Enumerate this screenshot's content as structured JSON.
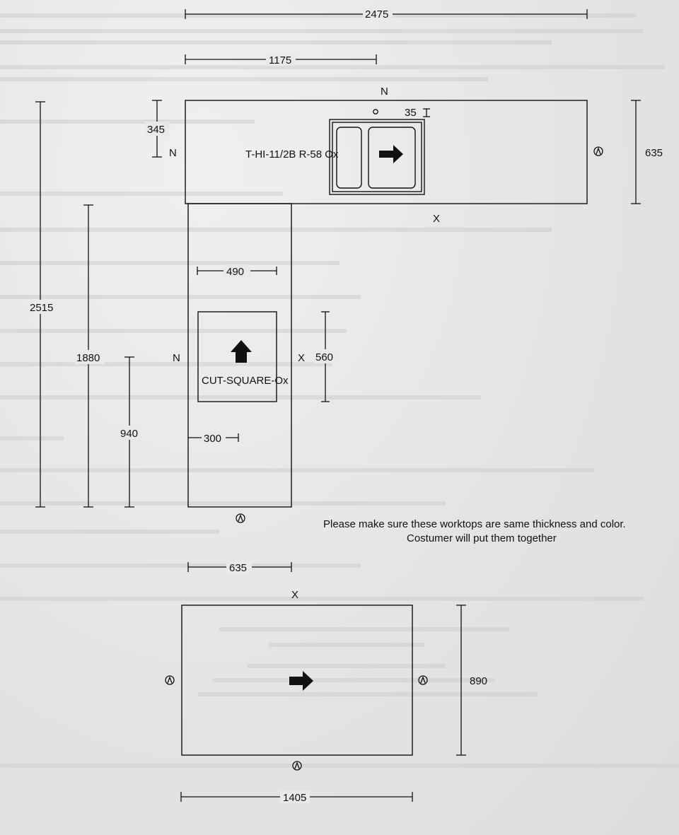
{
  "dimensions": {
    "top_total_width": "2475",
    "top_left_segment": "1175",
    "top_depth_left": "345",
    "top_depth_right": "635",
    "sink_offset": "35",
    "left_total_height": "2515",
    "side_height": "1880",
    "side_lower_height": "940",
    "cutout_width": "490",
    "cutout_height": "560",
    "cutout_offset": "300",
    "side_width": "635",
    "bottom_height": "890",
    "bottom_width": "1405"
  },
  "labels": {
    "sink_model": "T-HI-11/2B R-58 Ox",
    "cutout_model": "CUT-SQUARE-Ox"
  },
  "edge_marks": {
    "n": "N",
    "x": "X",
    "o": "o"
  },
  "note": {
    "line1": "Please make sure these worktops are same thickness and color.",
    "line2": "Costumer will put them together"
  }
}
